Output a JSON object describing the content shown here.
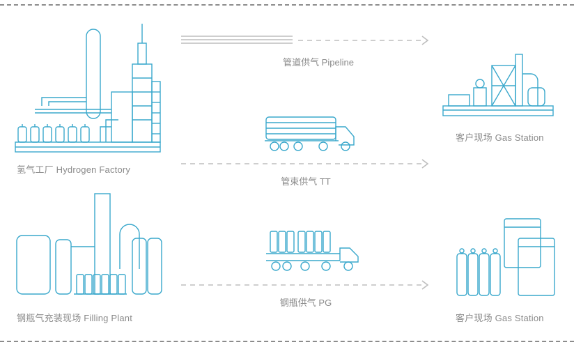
{
  "sources": {
    "hydrogen_factory": "氢气工厂 Hydrogen Factory",
    "filling_plant": "钢瓶气充装现场 Filling Plant"
  },
  "routes": {
    "pipeline": "管道供气 Pipeline",
    "tube_trailer": "管束供气 TT",
    "packaged_gas": "钢瓶供气 PG"
  },
  "destinations": {
    "gas_station_top": "客户现场 Gas Station",
    "gas_station_bottom": "客户现场 Gas Station"
  },
  "colors": {
    "accent": "#3aa8cc",
    "label": "#8a8a8a",
    "frame": "#8c8c8c"
  }
}
